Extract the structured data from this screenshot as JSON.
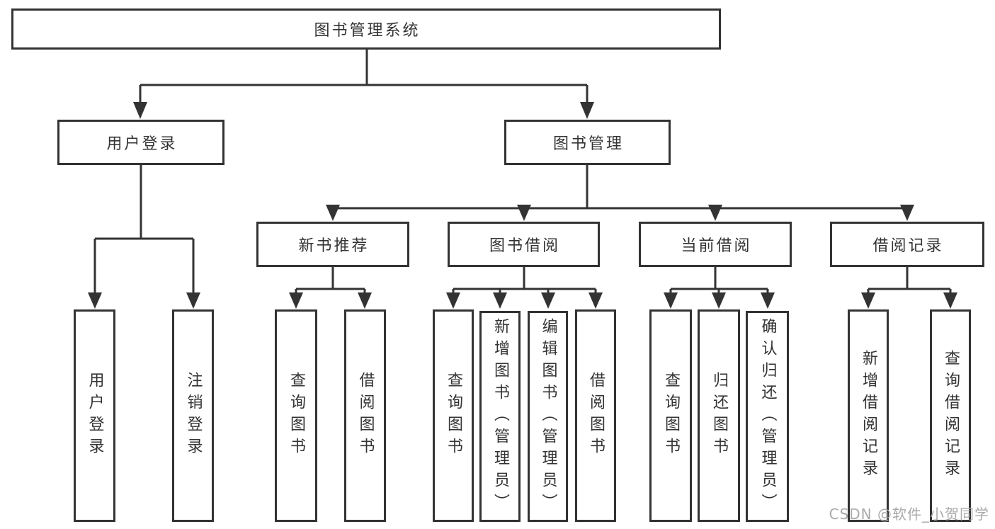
{
  "colors": {
    "line": "#333333",
    "box_border": "#333333",
    "text": "#333333",
    "watermark": "#a9a9a9",
    "background": "#ffffff"
  },
  "watermark": {
    "text": "CSDN @软件_小贺同学"
  },
  "tree": {
    "label": "图书管理系统",
    "children": [
      {
        "label": "用户登录",
        "children": [
          {
            "label": "用户登录"
          },
          {
            "label": "注销登录"
          }
        ]
      },
      {
        "label": "图书管理",
        "children": [
          {
            "label": "新书推荐",
            "children": [
              {
                "label": "查询图书"
              },
              {
                "label": "借阅图书"
              }
            ]
          },
          {
            "label": "图书借阅",
            "children": [
              {
                "label": "查询图书"
              },
              {
                "label": "新增图书（管理员）"
              },
              {
                "label": "编辑图书（管理员）"
              },
              {
                "label": "借阅图书"
              }
            ]
          },
          {
            "label": "当前借阅",
            "children": [
              {
                "label": "查询图书"
              },
              {
                "label": "归还图书"
              },
              {
                "label": "确认归还（管理员）"
              }
            ]
          },
          {
            "label": "借阅记录",
            "children": [
              {
                "label": "新增借阅记录"
              },
              {
                "label": "查询借阅记录"
              }
            ]
          }
        ]
      }
    ]
  }
}
